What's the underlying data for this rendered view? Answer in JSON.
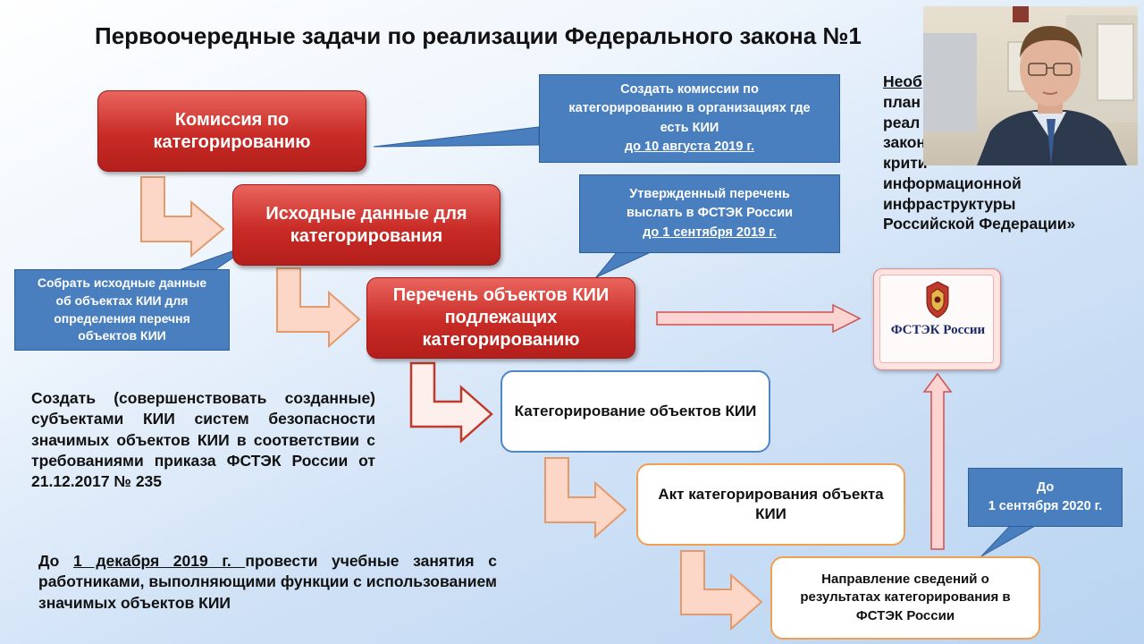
{
  "slide": {
    "title": "Первоочередные задачи по реализации Федерального закона №1",
    "right_text": {
      "line1": "Необ",
      "line2": "план",
      "line3": "реал",
      "line4": "закон",
      "line5": "крити",
      "line6": "информационной",
      "line7": "инфраструктуры",
      "line8": "Российской Федерации»"
    }
  },
  "boxes": {
    "commission": "Комиссия по категорированию",
    "source_data": "Исходные данные для категорирования",
    "list_objects": "Перечень объектов КИИ подлежащих категорированию",
    "categorization": "Категорирование объектов КИИ",
    "act": "Акт категорирования объекта КИИ",
    "sending": "Направление сведений о результатах категорирования в ФСТЭК России",
    "fstek": "ФСТЭК России"
  },
  "callouts": {
    "create_commission": {
      "line1": "Создать комиссии по",
      "line2": "категорированию в  организациях где",
      "line3": "есть КИИ",
      "line4": "до 10 августа 2019 г."
    },
    "approved_list": {
      "line1": "Утвержденный перечень",
      "line2": "выслать  в  ФСТЭК России",
      "line3": "до 1 сентября 2019 г."
    },
    "collect_data": {
      "line1": "Собрать исходные данные",
      "line2": "об объектах КИИ для",
      "line3": "определения перечня",
      "line4": "объектов КИИ"
    },
    "deadline_2020": {
      "line1": "До",
      "line2": "1 сентября 2020 г."
    }
  },
  "texts": {
    "create_systems": "Создать (совершенствовать созданные) субъектами КИИ систем безопасности значимых объектов КИИ в соответствии с требованиями приказа ФСТЭК России от 21.12.2017 № 235",
    "training_prefix": "До ",
    "training_date": "1 декабря 2019 г. ",
    "training_rest": "провести учебные занятия с работниками, выполняющими функции с использованием значимых объектов КИИ"
  },
  "colors": {
    "red_box": "#c92b26",
    "callout_blue": "#4a7fbf",
    "arrow_peach": "#fcd7c7",
    "arrow_orange_border": "#e59a6c",
    "white_box_blue_border": "#4f86c6",
    "white_box_orange_border": "#f0a050"
  }
}
